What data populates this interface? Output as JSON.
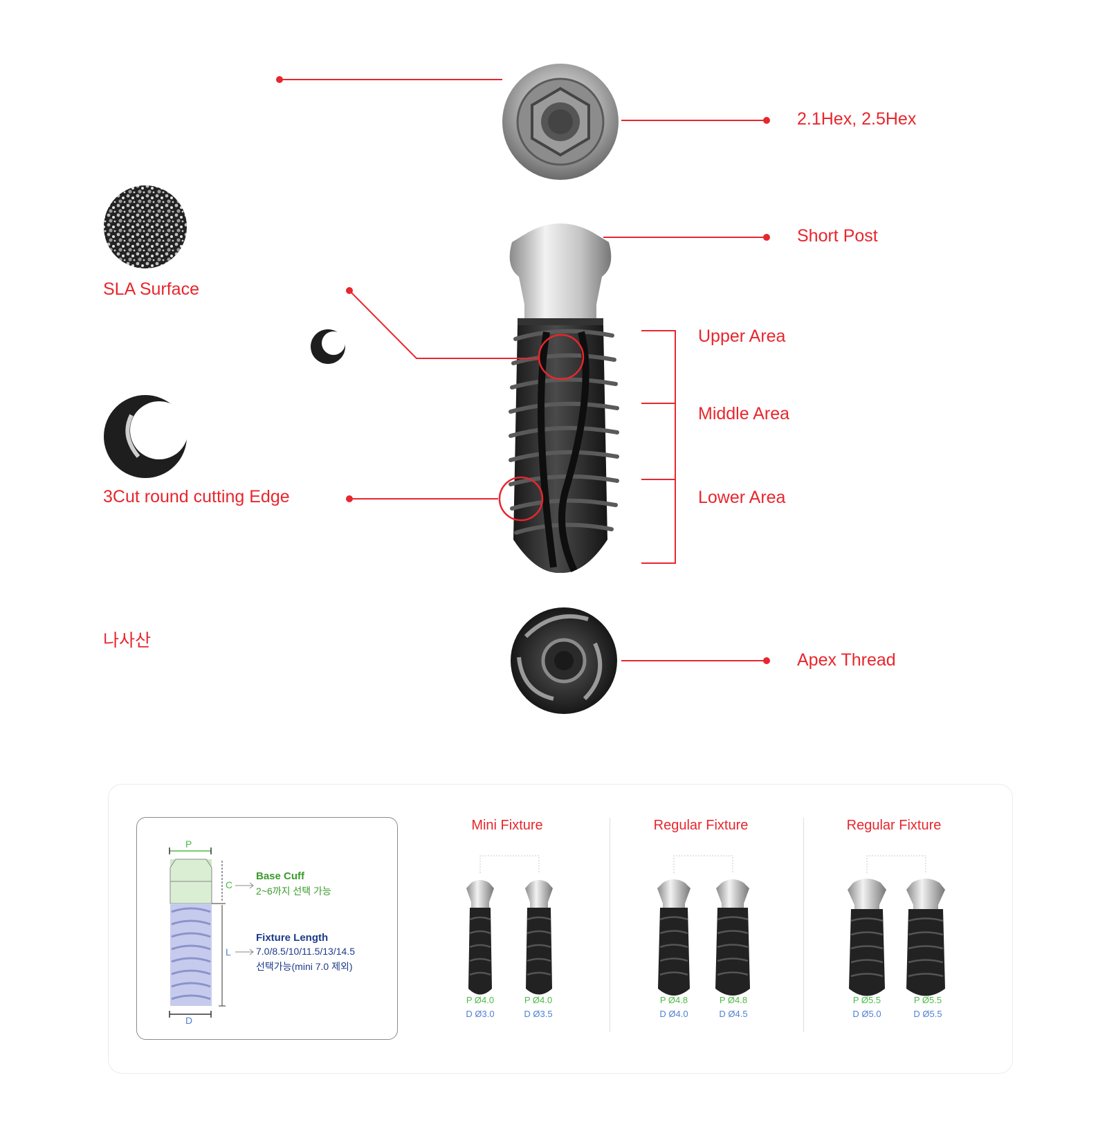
{
  "callouts": {
    "hex": "2.1Hex, 2.5Hex",
    "short_post": "Short Post",
    "upper_area": "Upper Area",
    "middle_area": "Middle Area",
    "lower_area": "Lower Area",
    "apex_thread": "Apex Thread",
    "sla_surface": "SLA Surface",
    "cutting_edge": "3Cut round cutting Edge",
    "thread_kr": "나사산"
  },
  "spec_box": {
    "p_label": "P",
    "c_label": "C",
    "l_label": "L",
    "d_label": "D",
    "base_cuff_title": "Base Cuff",
    "base_cuff_desc": "2~6까지 선택 가능",
    "fixture_length_title": "Fixture Length",
    "fixture_length_values": "7.0/8.5/10/11.5/13/14.5",
    "fixture_length_note": "선택가능(mini 7.0 제외)"
  },
  "fixture_groups": [
    {
      "title": "Mini Fixture",
      "items": [
        {
          "p": "P Ø4.0",
          "d": "D Ø3.0"
        },
        {
          "p": "P Ø4.0",
          "d": "D Ø3.5"
        }
      ]
    },
    {
      "title": "Regular Fixture",
      "items": [
        {
          "p": "P Ø4.8",
          "d": "D Ø4.0"
        },
        {
          "p": "P Ø4.8",
          "d": "D Ø4.5"
        }
      ]
    },
    {
      "title": "Regular Fixture",
      "items": [
        {
          "p": "P Ø5.5",
          "d": "D Ø5.0"
        },
        {
          "p": "P Ø5.5",
          "d": "D Ø5.5"
        }
      ]
    }
  ],
  "colors": {
    "accent": "#e8262d",
    "p_green": "#4cbb45",
    "d_blue": "#4f7fd6",
    "base_cuff_green": "#3a9a2c",
    "fixture_navy": "#1d3a8a"
  }
}
